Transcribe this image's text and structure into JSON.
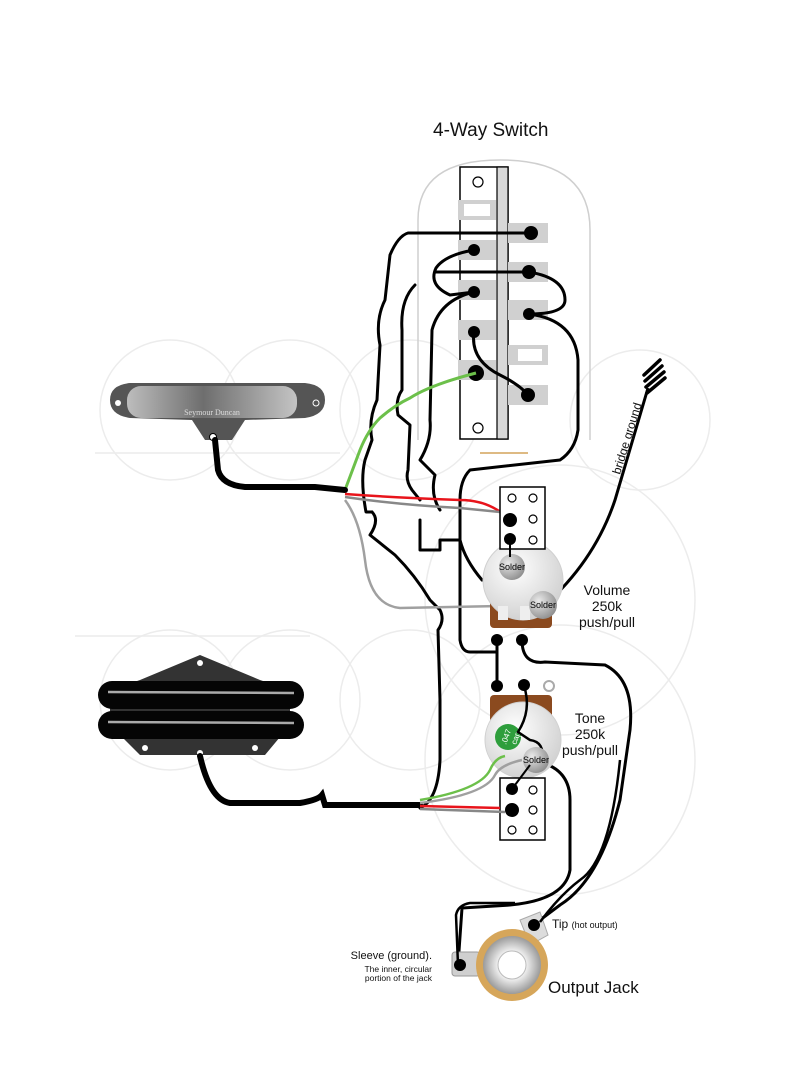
{
  "diagram": {
    "title": "4-Way Switch",
    "pickups": {
      "neck": {
        "brand_label": "Seymour Duncan",
        "type": "single-coil"
      },
      "bridge": {
        "type": "humbucker"
      }
    },
    "bridge_ground_label": "bridge ground",
    "volume": {
      "name": "Volume",
      "value": "250k",
      "type": "push/pull"
    },
    "tone": {
      "name": "Tone",
      "value": "250k",
      "type": "push/pull",
      "cap_label_1": ".047",
      "cap_label_2": "cap"
    },
    "solder_label": "Solder",
    "jack": {
      "name": "Output Jack",
      "tip_label": "Tip",
      "tip_note": "(hot output)",
      "sleeve_line1": "Sleeve (ground).",
      "sleeve_line2": "The inner, circular",
      "sleeve_line3": "portion of the jack"
    },
    "colors": {
      "wire_black": "#000000",
      "wire_red": "#e8141b",
      "wire_green": "#6cc04a",
      "wire_gray": "#a0a0a0",
      "pot_brown": "#8b4a1f",
      "jack_gold": "#d6a65a",
      "cap_green": "#2e9e3c"
    }
  }
}
